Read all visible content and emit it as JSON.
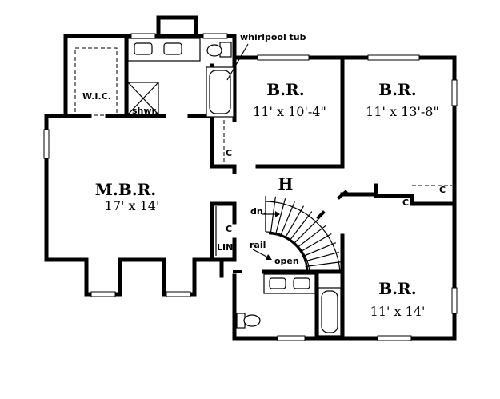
{
  "rooms": {
    "mbr": {
      "name": "M.B.R.",
      "dim": "17' x 14'"
    },
    "br1": {
      "name": "B.R.",
      "dim": "11' x 10'-4\""
    },
    "br2": {
      "name": "B.R.",
      "dim": "11' x 13'-8\""
    },
    "br3": {
      "name": "B.R.",
      "dim": "11' x 14'"
    },
    "hall": {
      "name": "H"
    },
    "wic": {
      "name": "W.I.C."
    },
    "shower": {
      "name": "shwr."
    },
    "lin": {
      "name": "LIN"
    },
    "open": {
      "name": "open"
    }
  },
  "closets": {
    "c1": "C",
    "c2": "C",
    "c3": "C",
    "c4": "C"
  },
  "annotations": {
    "whirlpool": "whirlpool tub",
    "down": "dn.",
    "rail": "rail"
  }
}
